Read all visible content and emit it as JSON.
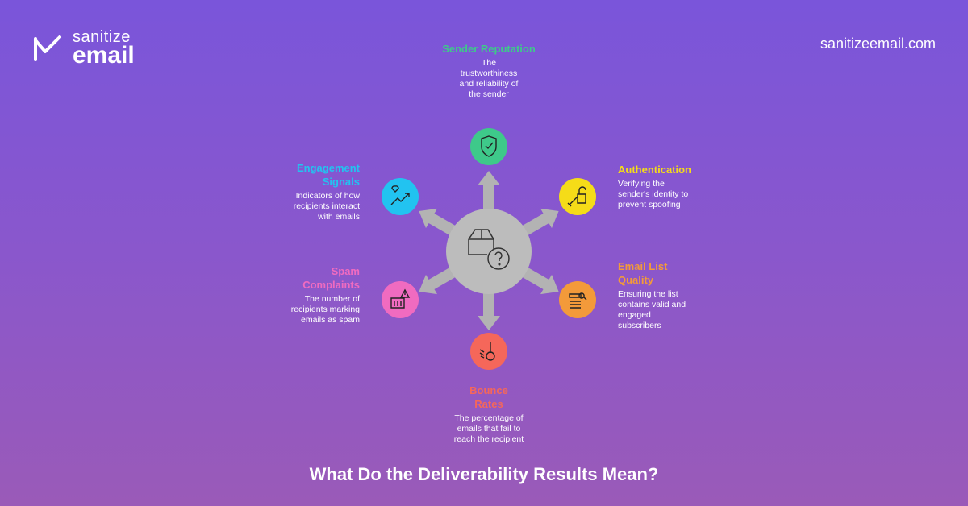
{
  "brand": {
    "small": "sanitize",
    "big": "email"
  },
  "site": "sanitizeemail.com",
  "title": "What Do the Deliverability Results Mean?",
  "nodes": [
    {
      "id": "sender",
      "title": "Sender Reputation",
      "desc": "The trustworthiness and reliability of the sender",
      "color": "#3ec98a",
      "icon": "shield-check-icon"
    },
    {
      "id": "auth",
      "title": "Authentication",
      "desc": "Verifying the sender's identity to prevent spoofing",
      "color": "#f5dc18",
      "icon": "unlock-key-icon"
    },
    {
      "id": "list",
      "title": "Email List Quality",
      "desc": "Ensuring the list contains valid and engaged subscribers",
      "color": "#f39a3a",
      "icon": "list-search-icon"
    },
    {
      "id": "bounce",
      "title": "Bounce Rates",
      "desc": "The percentage of emails that fail to reach the recipient",
      "color": "#f5675a",
      "icon": "wrecking-ball-icon"
    },
    {
      "id": "spam",
      "title": "Spam Complaints",
      "desc": "The number of recipients marking emails as spam",
      "color": "#f06bc0",
      "icon": "spam-bin-warning-icon"
    },
    {
      "id": "engage",
      "title": "Engagement Signals",
      "desc": "Indicators of how recipients interact with emails",
      "color": "#22c3f0",
      "icon": "heart-trend-icon"
    }
  ]
}
